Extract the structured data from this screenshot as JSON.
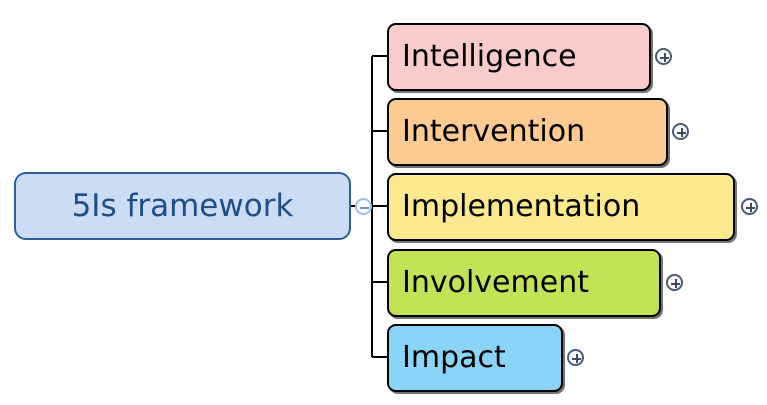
{
  "diagram": {
    "type": "mind-map",
    "orientation": "left-to-right",
    "background": "#ffffff",
    "root": {
      "label": "5Is framework",
      "fill": "#ccdcf5",
      "border": "#2d5f9e",
      "text_color": "#1f4e89",
      "toggle": {
        "icon": "minus-circle-icon",
        "state": "expanded",
        "symbol": "⊖"
      }
    },
    "children": [
      {
        "label": "Intelligence",
        "fill": "#f9cccc",
        "border": "#000000",
        "text_color": "#000000",
        "toggle": {
          "icon": "plus-circle-icon",
          "state": "collapsed",
          "symbol": "⊕"
        }
      },
      {
        "label": "Intervention",
        "fill": "#fbcb91",
        "border": "#000000",
        "text_color": "#000000",
        "toggle": {
          "icon": "plus-circle-icon",
          "state": "collapsed",
          "symbol": "⊕"
        }
      },
      {
        "label": "Implementation",
        "fill": "#fbe98d",
        "border": "#000000",
        "text_color": "#000000",
        "toggle": {
          "icon": "plus-circle-icon",
          "state": "collapsed",
          "symbol": "⊕"
        }
      },
      {
        "label": "Involvement",
        "fill": "#c3e356",
        "border": "#000000",
        "text_color": "#000000",
        "toggle": {
          "icon": "plus-circle-icon",
          "state": "collapsed",
          "symbol": "⊕"
        }
      },
      {
        "label": "Impact",
        "fill": "#8ad5f7",
        "border": "#000000",
        "text_color": "#000000",
        "toggle": {
          "icon": "plus-circle-icon",
          "state": "collapsed",
          "symbol": "⊕"
        }
      }
    ],
    "connector_color": "#000000"
  }
}
